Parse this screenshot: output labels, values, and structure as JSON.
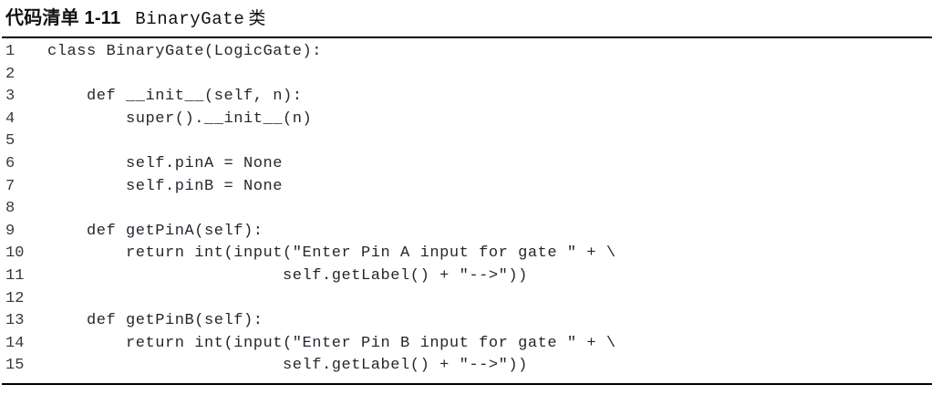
{
  "caption": {
    "label": "代码清单 1-11",
    "code_name": "BinaryGate",
    "suffix": "类"
  },
  "code": {
    "language": "python",
    "lines": [
      {
        "number": "1",
        "text": "class BinaryGate(LogicGate):"
      },
      {
        "number": "2",
        "text": ""
      },
      {
        "number": "3",
        "text": "    def __init__(self, n):"
      },
      {
        "number": "4",
        "text": "        super().__init__(n)"
      },
      {
        "number": "5",
        "text": ""
      },
      {
        "number": "6",
        "text": "        self.pinA = None"
      },
      {
        "number": "7",
        "text": "        self.pinB = None"
      },
      {
        "number": "8",
        "text": ""
      },
      {
        "number": "9",
        "text": "    def getPinA(self):"
      },
      {
        "number": "10",
        "text": "        return int(input(\"Enter Pin A input for gate \" + \\"
      },
      {
        "number": "11",
        "text": "                        self.getLabel() + \"-->\"))"
      },
      {
        "number": "12",
        "text": ""
      },
      {
        "number": "13",
        "text": "    def getPinB(self):"
      },
      {
        "number": "14",
        "text": "        return int(input(\"Enter Pin B input for gate \" + \\"
      },
      {
        "number": "15",
        "text": "                        self.getLabel() + \"-->\"))"
      }
    ]
  },
  "colors": {
    "background": "#ffffff",
    "text": "#23272e",
    "line_number": "#333a44",
    "rule": "#000000"
  }
}
